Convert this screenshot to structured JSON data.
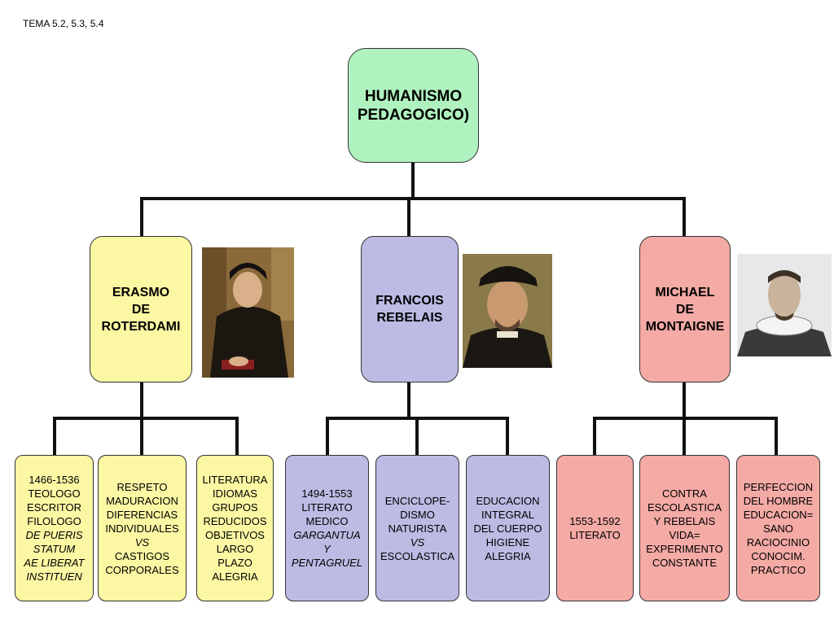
{
  "header": "TEMA 5.2, 5.3, 5.4",
  "root": {
    "lines": [
      "HUMANISMO",
      "PEDAGOGICO)"
    ]
  },
  "branches": [
    {
      "title": [
        "ERASMO",
        "DE",
        "ROTERDAMI"
      ],
      "color": "#fbf7a3",
      "portrait": "erasmus-portrait",
      "children": [
        [
          "1466-1536",
          "TEOLOGO",
          "ESCRITOR",
          "FILOLOGO",
          "DE PUERIS",
          "STATUM",
          "AE LIBERAT",
          "INSTITUEN"
        ],
        [
          "RESPETO",
          "MADURACION",
          "DIFERENCIAS",
          "INDIVIDUALES",
          "VS",
          "CASTIGOS",
          "CORPORALES"
        ],
        [
          "LITERATURA",
          "IDIOMAS",
          "GRUPOS",
          "REDUCIDOS",
          "OBJETIVOS",
          "LARGO",
          "PLAZO",
          "ALEGRIA"
        ]
      ]
    },
    {
      "title": [
        "FRANCOIS",
        "REBELAIS"
      ],
      "color": "#bcbbe4",
      "portrait": "rabelais-portrait",
      "children": [
        [
          "1494-1553",
          "LITERATO",
          "MEDICO",
          "GARGANTUA",
          "Y",
          "PENTAGRUEL"
        ],
        [
          "ENCICLOPE-",
          "DISMO",
          "NATURISTA",
          "VS",
          "ESCOLASTICA"
        ],
        [
          "EDUCACION",
          "INTEGRAL",
          "DEL CUERPO",
          "HIGIENE",
          "ALEGRIA"
        ]
      ]
    },
    {
      "title": [
        "MICHAEL",
        "DE",
        "MONTAIGNE"
      ],
      "color": "#f4aaa5",
      "portrait": "montaigne-portrait",
      "children": [
        [
          "1553-1592",
          "LITERATO"
        ],
        [
          "CONTRA",
          "ESCOLASTICA",
          "Y REBELAIS",
          "VIDA=",
          "EXPERIMENTO",
          "CONSTANTE"
        ],
        [
          "PERFECCION",
          "DEL HOMBRE",
          "EDUCACION=",
          "SANO",
          "RACIOCINIO",
          "CONOCIM.",
          "PRACTICO"
        ]
      ]
    }
  ]
}
